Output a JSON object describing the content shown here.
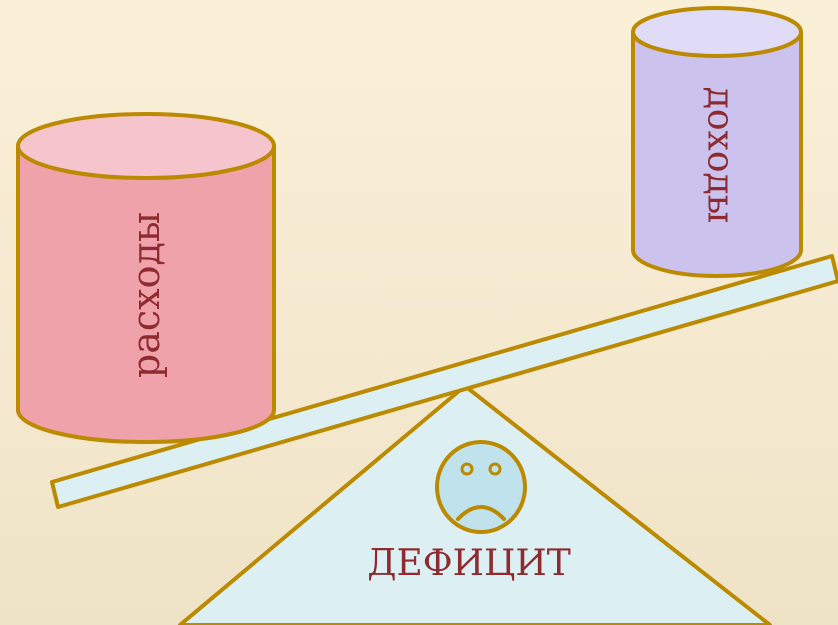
{
  "diagram": {
    "left_cylinder": {
      "label": "расходы",
      "body_color": "#f0a2ab",
      "top_color": "#f6c4cd"
    },
    "right_cylinder": {
      "label": "доходы",
      "body_color": "#cbc2ee",
      "top_color": "#e0dbf6"
    },
    "fulcrum": {
      "label": "ДЕФИЦИТ",
      "fill_color": "#dcf0f4",
      "face": "sad-face"
    },
    "beam_color": "#dcf0f4",
    "outline_color": "#bb8a00",
    "text_color": "#8e2b30"
  }
}
